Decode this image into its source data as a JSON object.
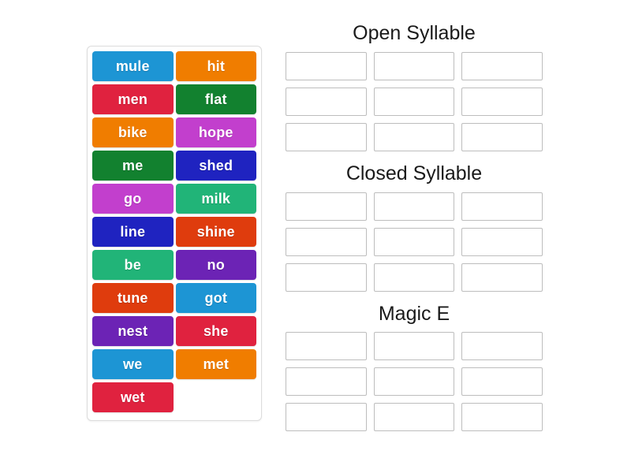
{
  "activity": {
    "type": "word-sort",
    "tile_text_color": "#ffffff"
  },
  "word_bank": {
    "name": "word-bank",
    "columns": 2,
    "tiles": [
      {
        "label": "mule",
        "color": "#1d95d4"
      },
      {
        "label": "hit",
        "color": "#f07d00"
      },
      {
        "label": "men",
        "color": "#e0223f"
      },
      {
        "label": "flat",
        "color": "#12812f"
      },
      {
        "label": "bike",
        "color": "#f07d00"
      },
      {
        "label": "hope",
        "color": "#c23fcd"
      },
      {
        "label": "me",
        "color": "#12812f"
      },
      {
        "label": "shed",
        "color": "#1f23c0"
      },
      {
        "label": "go",
        "color": "#c23fcd"
      },
      {
        "label": "milk",
        "color": "#21b478"
      },
      {
        "label": "line",
        "color": "#1f23c0"
      },
      {
        "label": "shine",
        "color": "#df3c0d"
      },
      {
        "label": "be",
        "color": "#21b478"
      },
      {
        "label": "no",
        "color": "#6c23b5"
      },
      {
        "label": "tune",
        "color": "#df3c0d"
      },
      {
        "label": "got",
        "color": "#1d95d4"
      },
      {
        "label": "nest",
        "color": "#6c23b5"
      },
      {
        "label": "she",
        "color": "#e0223f"
      },
      {
        "label": "we",
        "color": "#1d95d4"
      },
      {
        "label": "met",
        "color": "#f07d00"
      },
      {
        "label": "wet",
        "color": "#e0223f"
      }
    ]
  },
  "categories": [
    {
      "title": "Open Syllable",
      "slot_count": 9,
      "slots": [
        "",
        "",
        "",
        "",
        "",
        "",
        "",
        "",
        ""
      ]
    },
    {
      "title": "Closed Syllable",
      "slot_count": 9,
      "slots": [
        "",
        "",
        "",
        "",
        "",
        "",
        "",
        "",
        ""
      ]
    },
    {
      "title": "Magic E",
      "slot_count": 9,
      "slots": [
        "",
        "",
        "",
        "",
        "",
        "",
        "",
        "",
        ""
      ]
    }
  ]
}
